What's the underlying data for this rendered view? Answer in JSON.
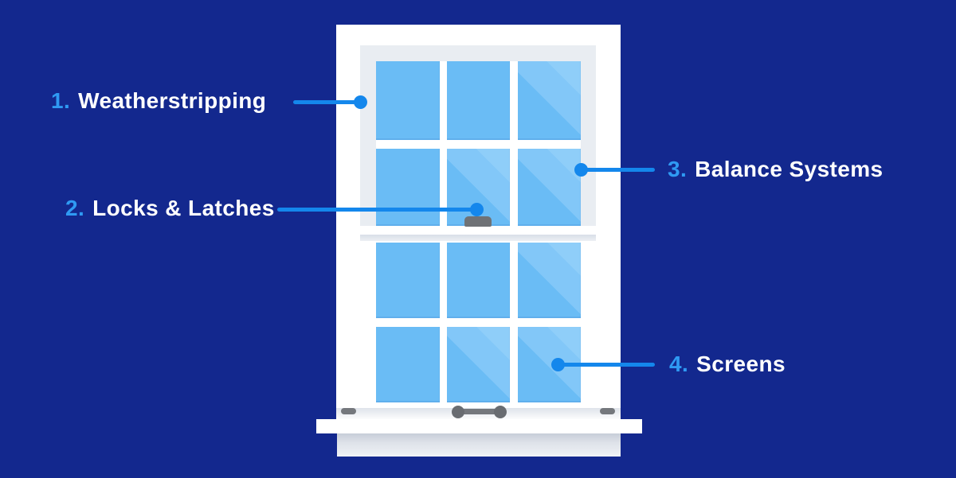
{
  "diagram": {
    "labels": [
      {
        "number": "1.",
        "text": "Weatherstripping"
      },
      {
        "number": "2.",
        "text": "Locks & Latches"
      },
      {
        "number": "3.",
        "text": "Balance Systems"
      },
      {
        "number": "4.",
        "text": "Screens"
      }
    ]
  },
  "colors": {
    "background": "#13288E",
    "leader_line": "#1487EC",
    "label_number": "#2F9AF3",
    "label_text": "#FFFFFF",
    "frame_white": "#FFFFFF",
    "track_gray": "#E9EDF2",
    "glass_blue": "#6ABCF5",
    "glass_highlight": "#82C7F8",
    "glass_sheen": "#8FCEF9",
    "hardware_gray": "#6F7276",
    "shadow_band": "#D8DEE7"
  }
}
